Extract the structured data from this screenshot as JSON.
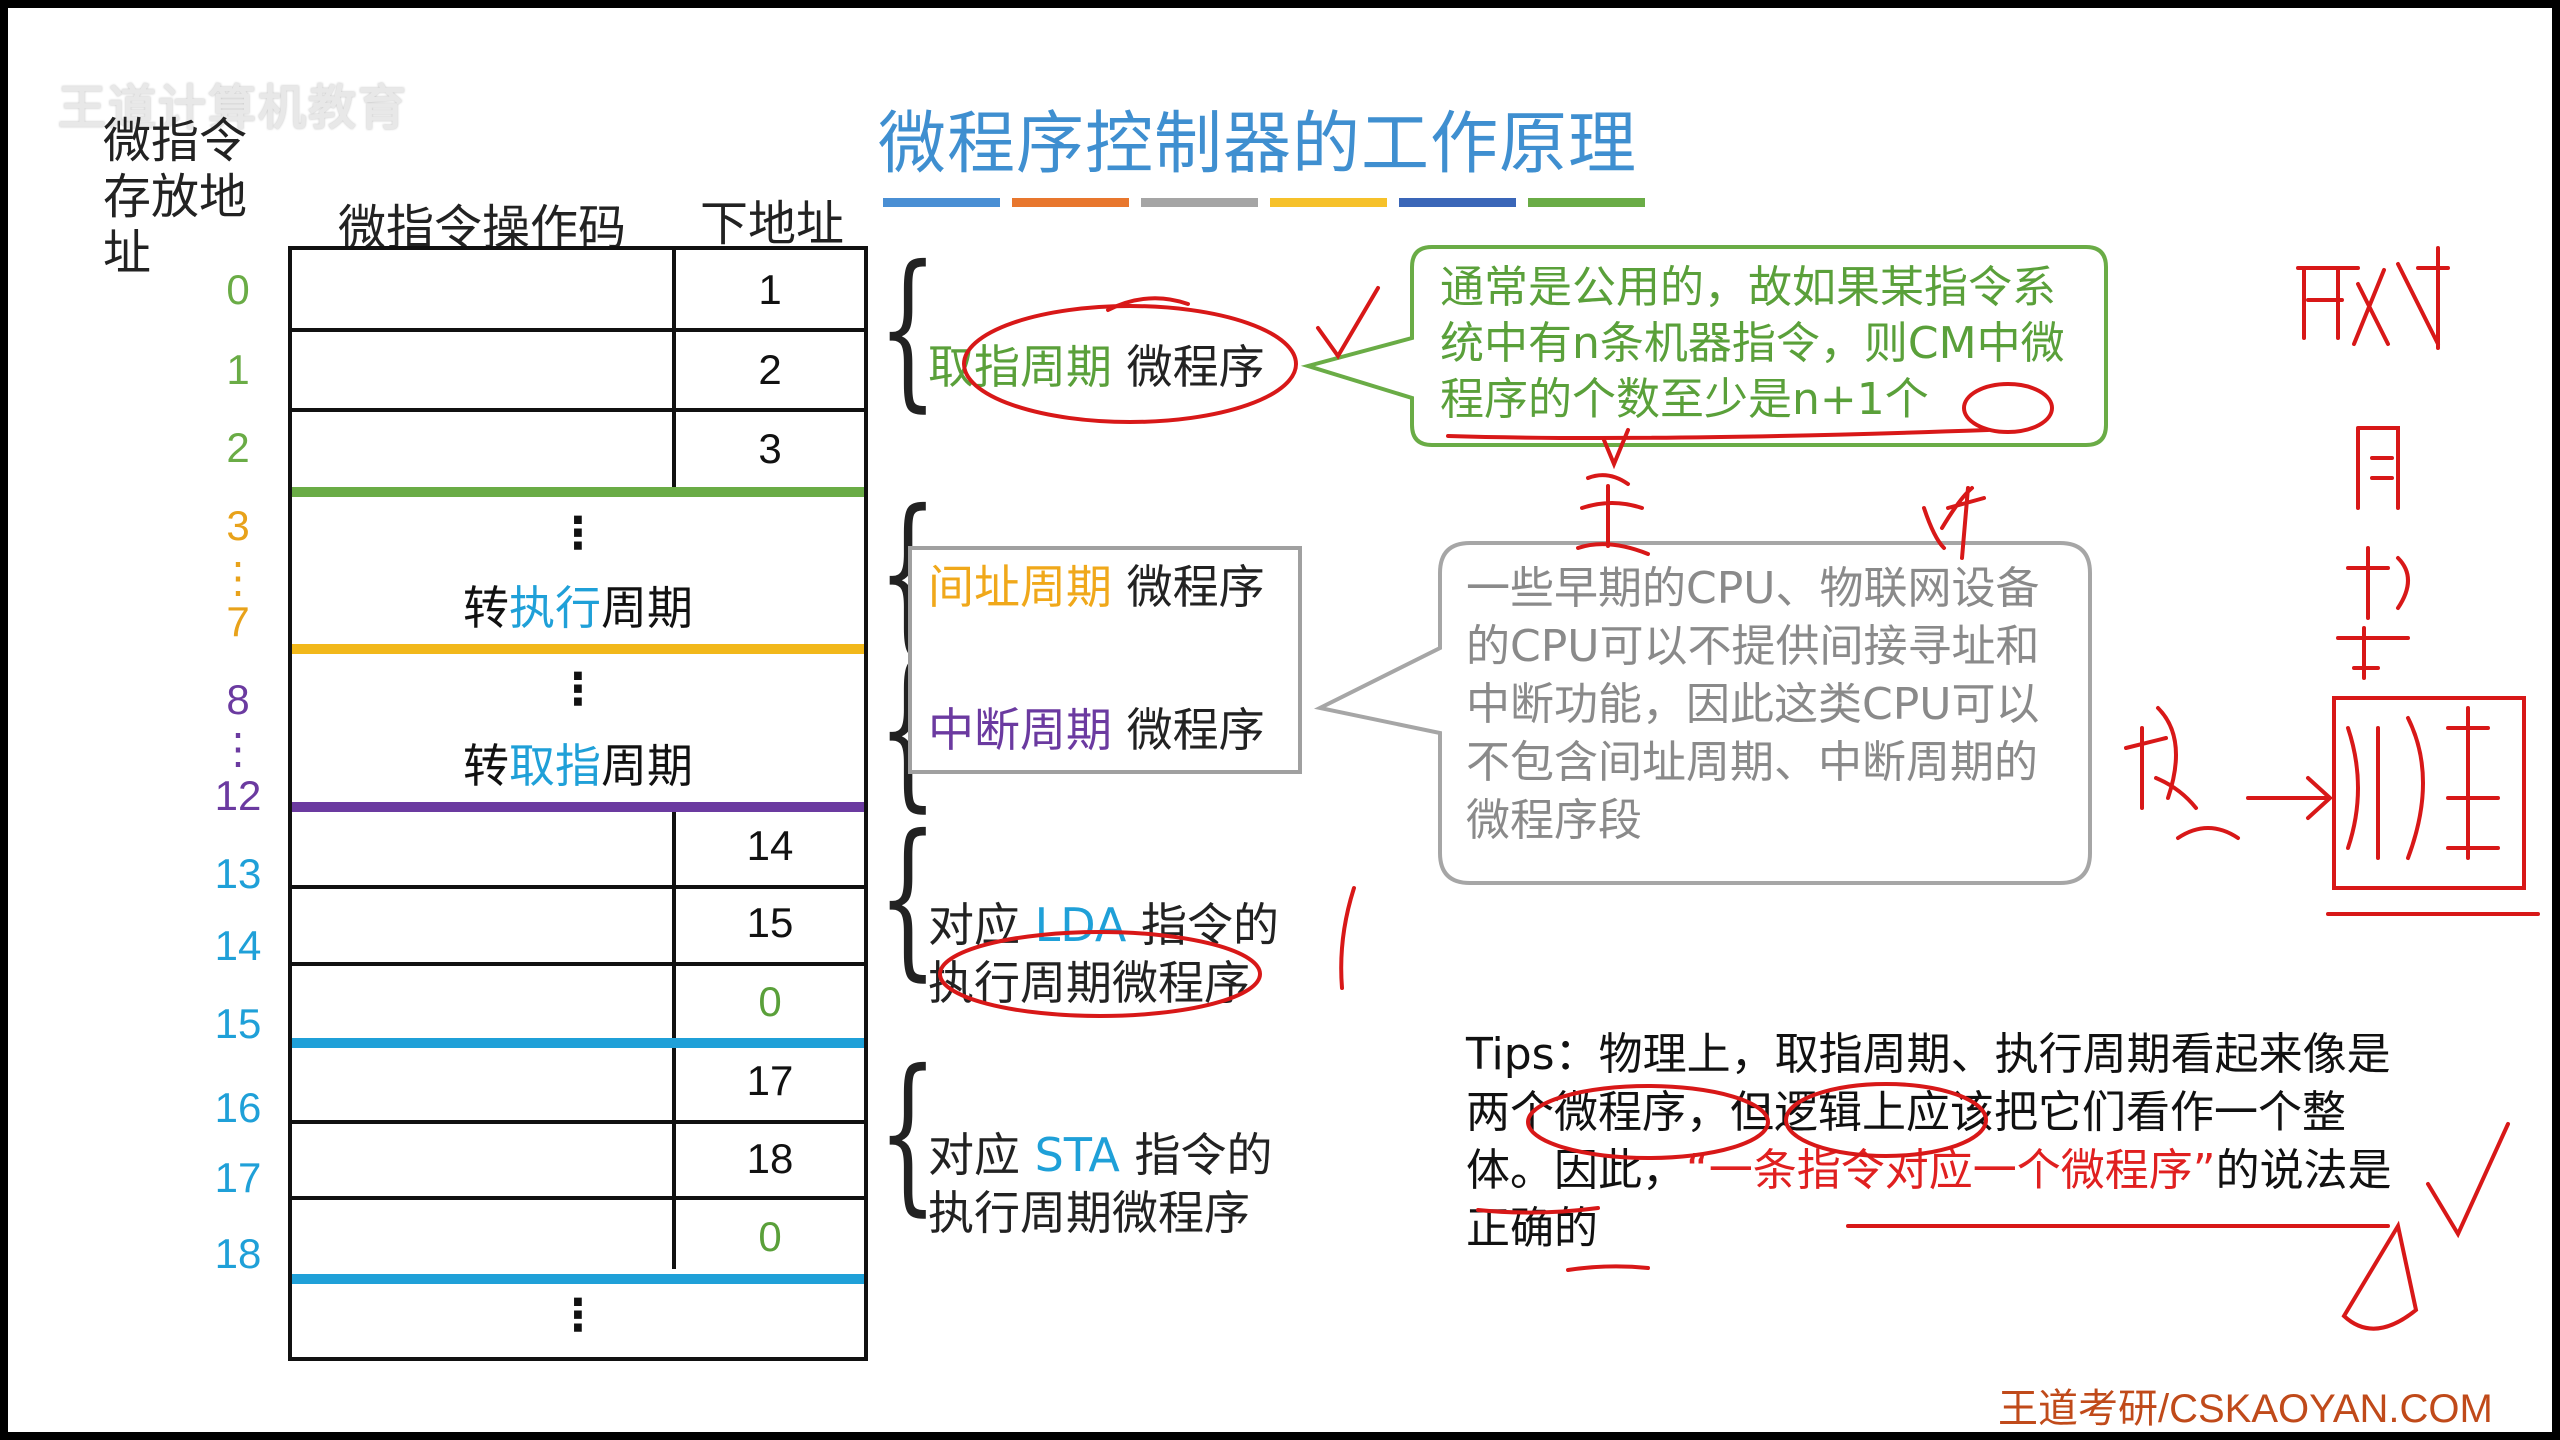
{
  "watermark": "王道计算机教育",
  "title": "微程序控制器的工作原理",
  "bar_colors": [
    "#4a8fd4",
    "#e8772e",
    "#a5a5a5",
    "#f6c12a",
    "#3a66b8",
    "#6aac46"
  ],
  "headers": {
    "addr": "微指令存放地址",
    "opcode": "微指令操作码",
    "next": "下地址"
  },
  "addresses": [
    {
      "text": "0",
      "color": "#6aac46"
    },
    {
      "text": "1",
      "color": "#6aac46"
    },
    {
      "text": "2",
      "color": "#6aac46"
    },
    {
      "text": "3",
      "color": "#e8a21a"
    },
    {
      "text": "⋮",
      "color": "#e8a21a"
    },
    {
      "text": "7",
      "color": "#e8a21a"
    },
    {
      "text": "8",
      "color": "#6b3aa0"
    },
    {
      "text": "⋮",
      "color": "#6b3aa0"
    },
    {
      "text": "12",
      "color": "#6b3aa0"
    },
    {
      "text": "13",
      "color": "#1fa0d8"
    },
    {
      "text": "14",
      "color": "#1fa0d8"
    },
    {
      "text": "15",
      "color": "#1fa0d8"
    },
    {
      "text": "16",
      "color": "#1fa0d8"
    },
    {
      "text": "17",
      "color": "#1fa0d8"
    },
    {
      "text": "18",
      "color": "#1fa0d8"
    }
  ],
  "next_addrs": [
    "1",
    "2",
    "3",
    "14",
    "15",
    "0",
    "17",
    "18",
    "0"
  ],
  "jump_exec": {
    "pre": "转",
    "hl": "执行",
    "post": "周期"
  },
  "jump_fetch": {
    "pre": "转",
    "hl": "取指",
    "post": "周期"
  },
  "dots": "⋮",
  "labels": {
    "fetch": {
      "hl": "取指周期",
      "rest": " 微程序"
    },
    "indirect": {
      "hl": "间址周期",
      "rest": " 微程序"
    },
    "interrupt": {
      "hl": "中断周期",
      "rest": " 微程序"
    },
    "lda_line1_pre": "对应 ",
    "lda_hl": "LDA",
    "lda_line1_post": " 指令的",
    "lda_line2": "执行周期微程序",
    "sta_line1_pre": "对应 ",
    "sta_hl": "STA",
    "sta_line1_post": " 指令的",
    "sta_line2": "执行周期微程序"
  },
  "green_note": "通常是公用的，故如果某指令系统中有n条机器指令，则CM中微程序的个数至少是n+1个",
  "gray_note": "一些早期的CPU、物联网设备的CPU可以不提供间接寻址和中断功能，因此这类CPU可以不包含间址周期、中断周期的微程序段",
  "tips": {
    "p1": "Tips：物理上，取指周期、执行周期看起来像是两个微程序，但逻辑上应该把它们看作一个整体。因此，",
    "quote": "“一条指令对应一个微程序”",
    "p2": "的说法是正确的"
  },
  "footer": "王道考研/CSKAOYAN.COM"
}
